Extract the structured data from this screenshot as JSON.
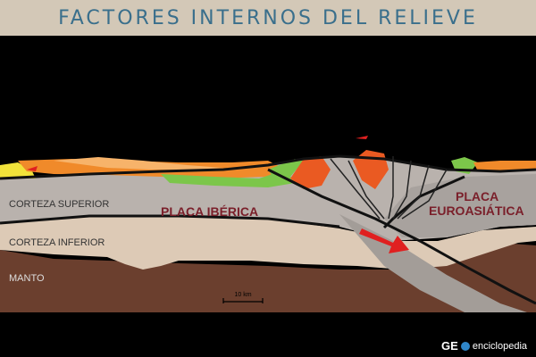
{
  "title": "FACTORES INTERNOS DEL RELIEVE",
  "labels": {
    "upper_crust": "CORTEZA SUPERIOR",
    "lower_crust": "CORTEZA INFERIOR",
    "mantle": "MANTO",
    "iberian_plate": "PLACA IBÉRICA",
    "eurasian_plate_line1": "PLACA",
    "eurasian_plate_line2": "EUROASIÁTICA",
    "scale": "10 km"
  },
  "brand": {
    "part1": "GE",
    "part2": "enciclopedia"
  },
  "colors": {
    "title_bar": "#d3c8b7",
    "title_text": "#3a6f8c",
    "upper_crust": "#b9b2ad",
    "lower_crust": "#ddcab6",
    "mantle": "#6b3f2e",
    "plate_label": "#7a1f2a",
    "sediment_orange": "#f08a2a",
    "sediment_light": "#f7b36a",
    "green": "#7cc64a",
    "red_layer": "#ea5a22",
    "yellow": "#f1e23a",
    "arrow_red": "#e02020"
  }
}
